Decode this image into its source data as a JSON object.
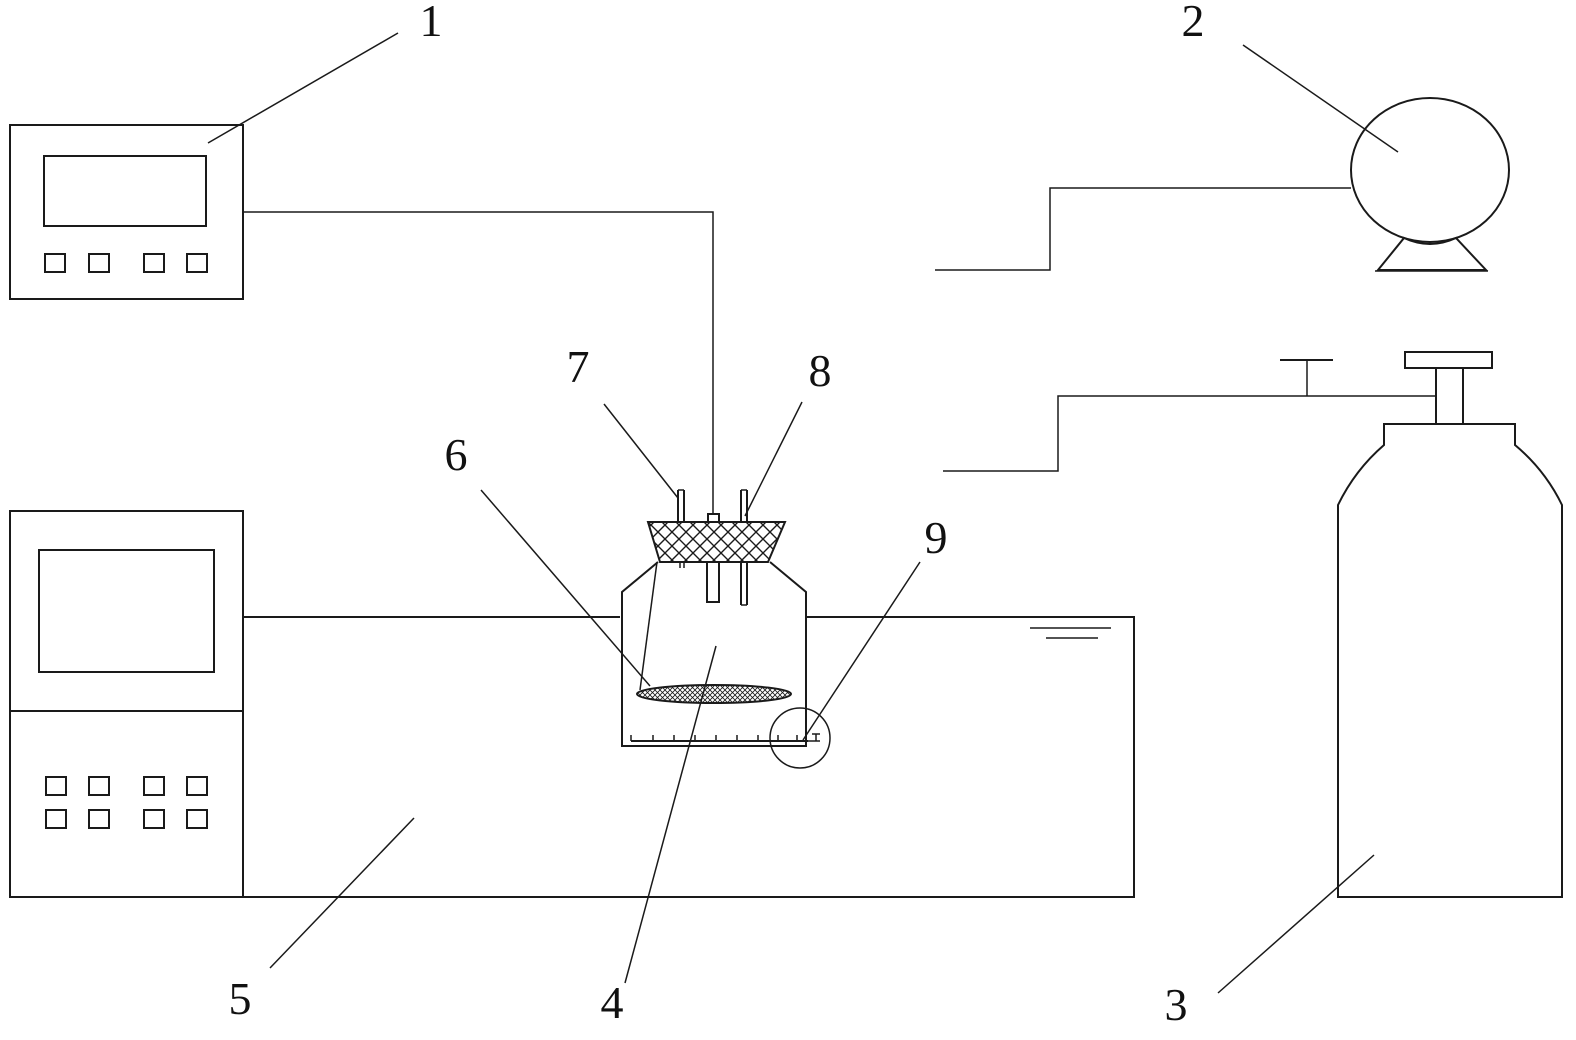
{
  "labels": {
    "l1": "1",
    "l2": "2",
    "l3": "3",
    "l4": "4",
    "l5": "5",
    "l6": "6",
    "l7": "7",
    "l8": "8",
    "l9": "9"
  },
  "colors": {
    "stroke": "#1a1a1a",
    "background": "#ffffff"
  }
}
